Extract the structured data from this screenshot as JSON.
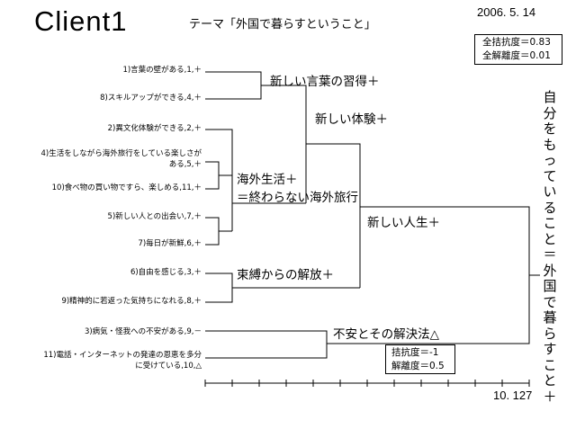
{
  "header": {
    "client": "Client1",
    "theme": "テーマ「外国で暮らすということ」",
    "date": "2006. 5. 14"
  },
  "stats": {
    "line1": "全拮抗度＝0.83",
    "line2": "全解離度＝0.01"
  },
  "items": [
    "1)言葉の壁がある,1,＋",
    "8)スキルアップができる,4,＋",
    "2)異文化体験ができる,2,＋",
    "4)生活をしながら海外旅行をしている楽しさが\nある,5,＋",
    "10)食べ物の買い物ですら、楽しめる,11,＋",
    "5)新しい人との出会い,7,＋",
    "7)毎日が新鮮,6,＋",
    "6)自由を感じる,3,＋",
    "9)精神的に若返った気持ちになれる,8,＋",
    "3)病気・怪我への不安がある,9,－",
    "11)電話・インターネットの発達の恩恵を多分\nに受けている,10,△"
  ],
  "clusters": {
    "c1": "新しい言葉の習得＋",
    "c2": "新しい体験＋",
    "c3": "海外生活＋",
    "c3b": "＝終わらない海外旅行",
    "c4": "新しい人生＋",
    "c5": "束縛からの解放＋",
    "c6": "不安とその解決法△"
  },
  "right_label": "自分をもっていること＝外国で暮らすこと＋",
  "sub_stats": {
    "line1": "拮抗度＝-1",
    "line2": "解離度＝0.5"
  },
  "scale_max": "10. 127"
}
